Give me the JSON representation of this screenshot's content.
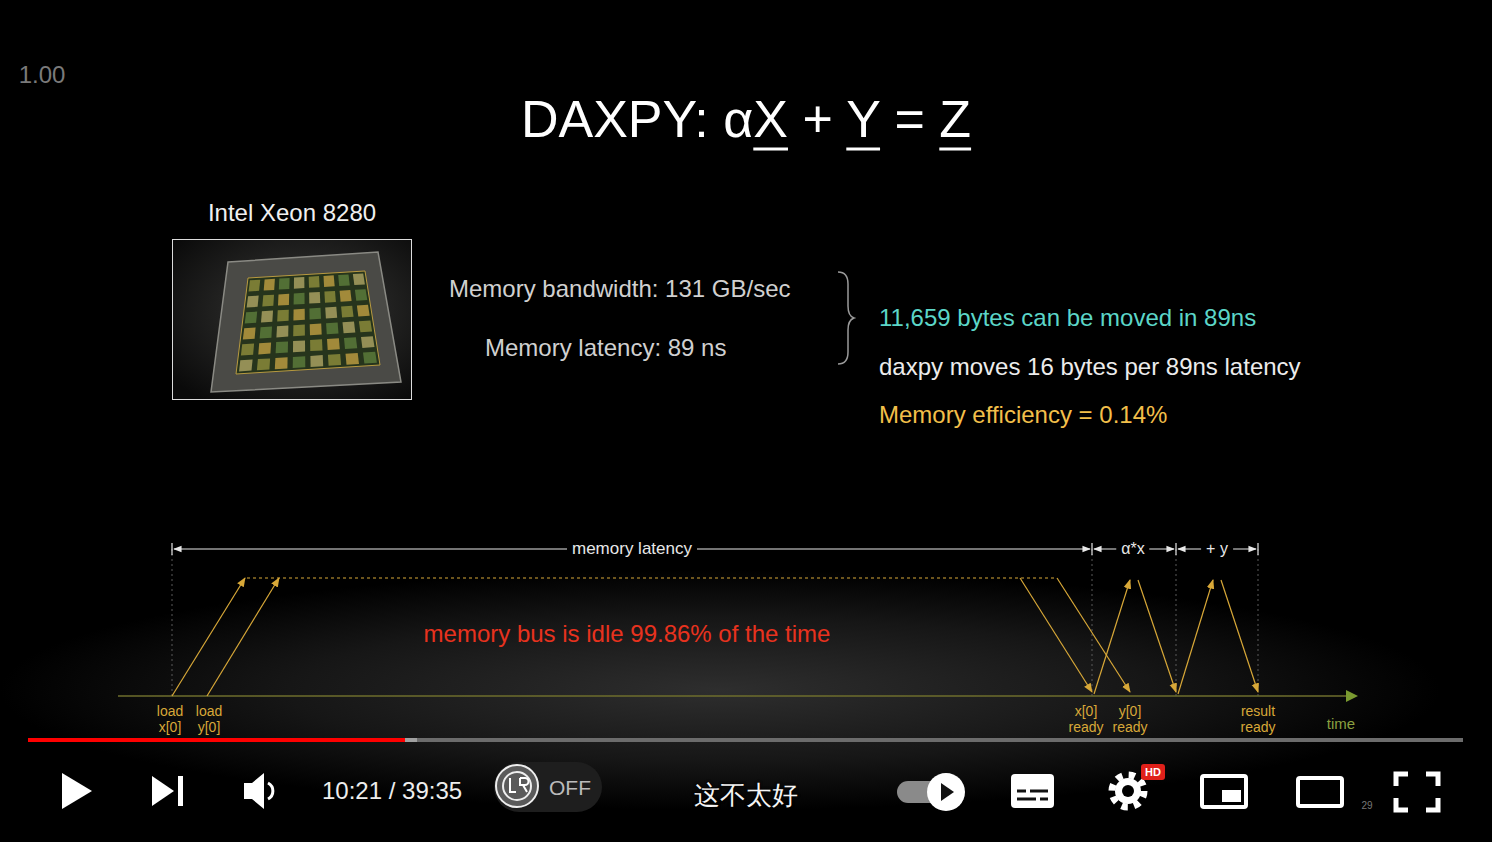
{
  "diagram": {
    "title": "DAXPY: αX + Y = Z",
    "nodes": [
      {
        "text": [
          "Intel Xeon 8280"
        ]
      }
    ],
    "labels": [
      "1.00",
      "Memory bandwidth: 131 GB/sec",
      "Memory latency: 89 ns",
      "11,659 bytes can be moved in 89ns",
      "daxpy moves 16 bytes per 89ns latency",
      "Memory efficiency = 0.14%",
      "memory latency",
      "α*x",
      "+ y",
      "memory bus is idle 99.86% of the time",
      "load x[0]",
      "load y[0]",
      "x[0] ready",
      "y[0] ready",
      "result ready",
      "time",
      "10:21 / 39:35",
      "OFF",
      "这不太好",
      "HD",
      "29"
    ]
  }
}
